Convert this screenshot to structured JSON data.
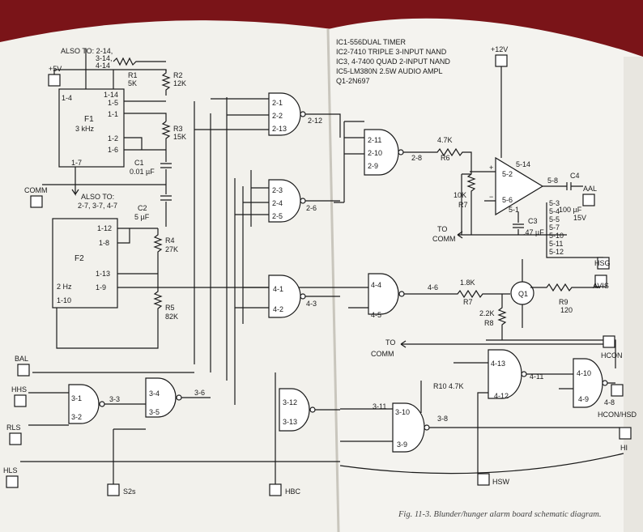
{
  "photo": {
    "background_color": "#7a1418",
    "paper_color": "#f4f3ef"
  },
  "schematic": {
    "ic_legend": [
      "IC1-556DUAL TIMER",
      "IC2-7410 TRIPLE 3-INPUT NAND",
      "IC3, 4-7400 QUAD 2-INPUT NAND",
      "IC5-LM380N 2.5W AUDIO AMPL",
      "Q1-2N697"
    ],
    "supply_left": "+5V",
    "supply_right": "+12V",
    "also_to_top": [
      "ALSO TO: 2-14,",
      "3-14,",
      "4-14"
    ],
    "also_to_mid": [
      "ALSO TO:",
      "2-7, 3-7, 4-7"
    ],
    "comm_left": "COMM",
    "f1": {
      "name": "F1",
      "freq": "3 kHz",
      "pins": [
        "1-4",
        "1-14",
        "1-5",
        "1-1",
        "1-2",
        "1-6",
        "1-7"
      ]
    },
    "f2": {
      "name": "F2",
      "freq": "2 Hz",
      "pins": [
        "1-12",
        "1-8",
        "1-13",
        "1-9",
        "1-10"
      ]
    },
    "components": {
      "r1": [
        "R1",
        "5K"
      ],
      "r2": [
        "R2",
        "12K"
      ],
      "r3": [
        "R3",
        "15K"
      ],
      "c1": [
        "C1",
        "0.01 µF"
      ],
      "c2": [
        "C2",
        "5 µF"
      ],
      "r4": [
        "R4",
        "27K"
      ],
      "r5": [
        "R5",
        "82K"
      ],
      "r6": [
        "4.7K",
        "R6"
      ],
      "r7": [
        "10K",
        "R7"
      ],
      "r7b": [
        "1.8K",
        "R7"
      ],
      "r8": [
        "2.2K",
        "R8"
      ],
      "r9": [
        "R9",
        "120"
      ],
      "r10": "R10 4.7K",
      "c3": [
        "C3",
        ".47 µF"
      ],
      "c4": [
        "C4",
        "100 µF",
        "15V"
      ],
      "q1": "Q1"
    },
    "gates": {
      "g2a": [
        "2-1",
        "2-2",
        "2-13",
        "2-12"
      ],
      "g2b": [
        "2-3",
        "2-4",
        "2-5",
        "2-6"
      ],
      "g2c": [
        "2-11",
        "2-10",
        "2-9",
        "2-8"
      ],
      "g41": [
        "4-1",
        "4-2",
        "4-3"
      ],
      "g31": [
        "3-1",
        "3-2",
        "3-3"
      ],
      "g34": [
        "3-4",
        "3-5",
        "3-6"
      ],
      "g312": [
        "3-12",
        "3-13"
      ],
      "g44": [
        "4-4",
        "4-5",
        "4-6"
      ],
      "g413": [
        "4-13",
        "4-12",
        "4-11"
      ],
      "g310": [
        "3-10",
        "3-11",
        "3-9",
        "3-8"
      ],
      "g410": [
        "4-10",
        "4-9",
        "4-8"
      ]
    },
    "amp_pins": [
      "5-14",
      "5-2",
      "5-6",
      "5-8",
      "5-1",
      "5-3",
      "5-4",
      "5-5",
      "5-7",
      "5-10",
      "5-11",
      "5-12"
    ],
    "amp_signs": [
      "+",
      "−"
    ],
    "to_comm": [
      "TO",
      "COMM"
    ],
    "terminals": {
      "b_al": "BAL",
      "h_hs": "HHS",
      "r_ls": "RLS",
      "h_ls": "HLS",
      "s_2s": "S2s",
      "h_bc": "HBC",
      "h_sw": "HSW",
      "h_sg": "HSG",
      "a_vis": "AVIS",
      "h_con": "HCON",
      "h_con_sd": "HCON/HSD",
      "h_i": "HI",
      "a_al": "AAL"
    },
    "caption": "Fig. 11-3. Blunder/hunger alarm board schematic diagram."
  }
}
